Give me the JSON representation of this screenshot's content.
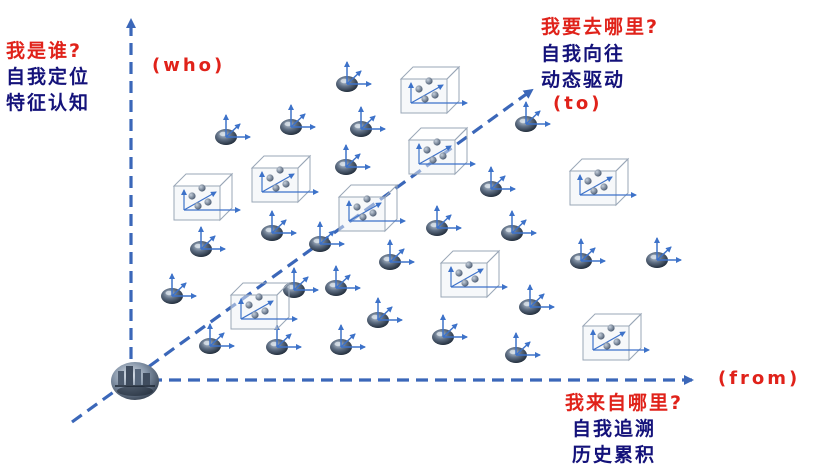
{
  "who_block": {
    "question": "我是谁?",
    "line1": "自我定位",
    "line2": "特征认知",
    "tag": "(who)"
  },
  "to_block": {
    "question": "我要去哪里?",
    "line1": "自我向往",
    "line2": "动态驱动",
    "tag": "(to)"
  },
  "from_block": {
    "question": "我来自哪里?",
    "line1": "自我追溯",
    "line2": "历史累积",
    "tag": "(from)"
  },
  "colors": {
    "axis": "#3b67b9",
    "question": "#e0221a",
    "answer": "#14127a",
    "glyph_arrow": "#3d72c9",
    "glyph_body": "#2e3f55",
    "cube_edge": "#9aa7b7"
  },
  "icons": {
    "origin": "building-globe-icon",
    "node": "local-axes-ellipsoid-icon",
    "frame": "wireframe-cube-cluster-icon"
  }
}
